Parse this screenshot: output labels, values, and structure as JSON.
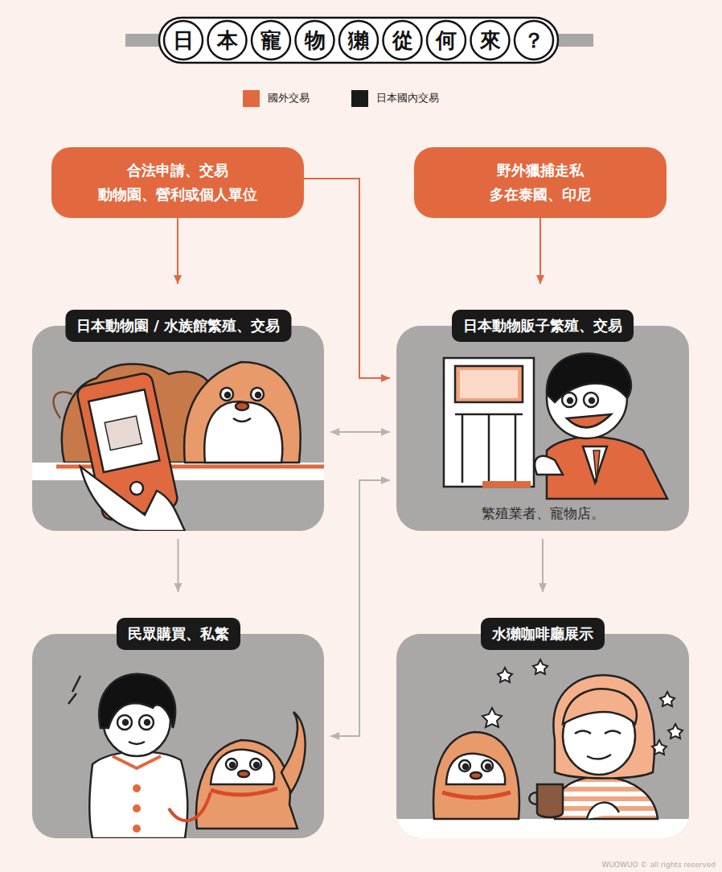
{
  "diagram": {
    "title": "日本寵物獺從何來？",
    "nodes": [
      {
        "text": [
          "合法申請、交易",
          "動物園、營利或個人單位"
        ]
      },
      {
        "text": [
          "野外獵捕走私",
          "多在泰國、印尼"
        ]
      },
      {
        "text": [
          "日本動物園 / 水族館繁殖、交易"
        ]
      },
      {
        "text": [
          "日本動物販子繁殖、交易",
          "繁殖業者、寵物店。"
        ]
      },
      {
        "text": [
          "民眾購買、私繁"
        ]
      },
      {
        "text": [
          "水獺咖啡廳展示"
        ]
      }
    ],
    "edges": [
      {
        "from": 0,
        "to": 2,
        "arrow": "to"
      },
      {
        "from": 0,
        "to": 3,
        "arrow": "to"
      },
      {
        "from": 1,
        "to": 3,
        "arrow": "to"
      },
      {
        "from": 2,
        "to": 3,
        "arrow": "both"
      },
      {
        "from": 2,
        "to": 4,
        "arrow": "to"
      },
      {
        "from": 3,
        "to": 5,
        "arrow": "to"
      },
      {
        "from": 3,
        "to": 4,
        "arrow": "both"
      }
    ],
    "labels": [
      "WUOWUO © all rights reserved"
    ],
    "legend": [
      {
        "text": "國外交易",
        "color": "#e0693f"
      },
      {
        "text": "日本國內交易",
        "color": "#1a1a1a"
      }
    ]
  }
}
